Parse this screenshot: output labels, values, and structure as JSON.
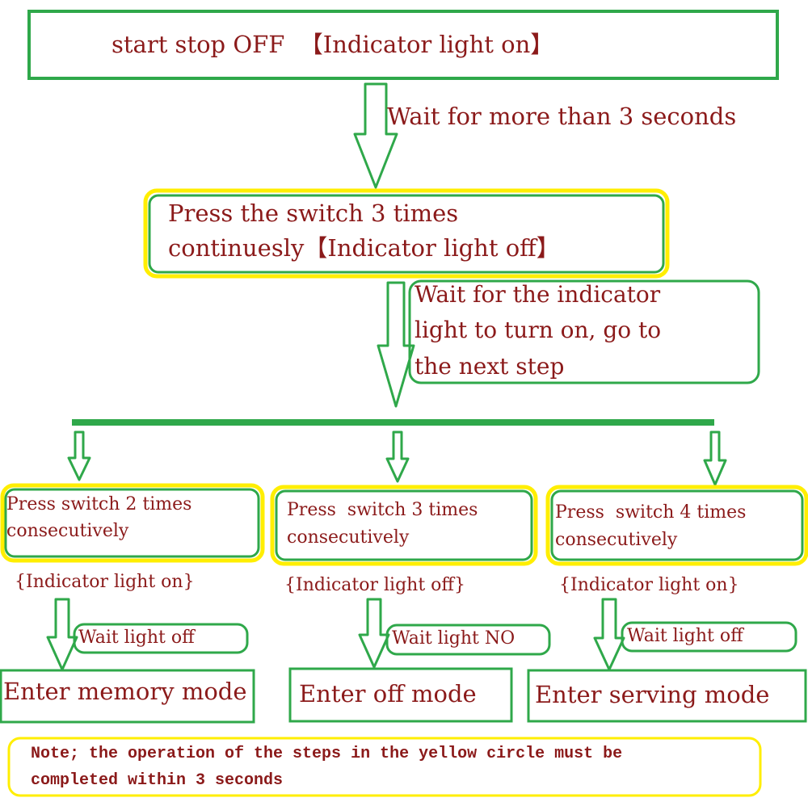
{
  "colors": {
    "green": "#2fa84a",
    "yellow": "#ffee00",
    "text": "#8b1a1a",
    "background": "#ffffff"
  },
  "steps": {
    "start": "start stop OFF  【Indicator light on】",
    "wait_3s": "Wait for more than 3 seconds",
    "press3_line1": "Press the switch 3 times",
    "press3_line2": "continuesly【Indicator light off】",
    "wait_indicator_line1": "Wait for the indicator",
    "wait_indicator_line2": "light to turn on, go to",
    "wait_indicator_line3": "the next step"
  },
  "branches": [
    {
      "press_line1": "Press switch 2 times",
      "press_line2": "consecutively",
      "indicator": "{Indicator light on}",
      "wait": "Wait light off",
      "mode": "Enter memory mode"
    },
    {
      "press_line1": "Press  switch 3 times",
      "press_line2": "consecutively",
      "indicator": "{Indicator light off}",
      "wait": "Wait light NO",
      "mode": "Enter off mode"
    },
    {
      "press_line1": "Press  switch 4 times",
      "press_line2": "consecutively",
      "indicator": "{Indicator light on}",
      "wait": "Wait light off",
      "mode": "Enter serving mode"
    }
  ],
  "note": {
    "line1": "Note; the operation of the steps in the yellow circle must be",
    "line2": "completed within 3 seconds"
  }
}
